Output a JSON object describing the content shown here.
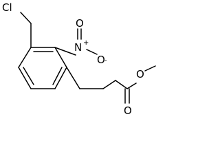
{
  "molecule": {
    "labels": {
      "chlorine": "Cl",
      "nitro_nitrogen": "N",
      "nitro_plus": "+",
      "nitro_oxygen_top": "O",
      "nitro_oxygen_right": "O",
      "nitro_minus": "-",
      "ester_oxygen": "O",
      "carbonyl_oxygen": "O"
    }
  }
}
